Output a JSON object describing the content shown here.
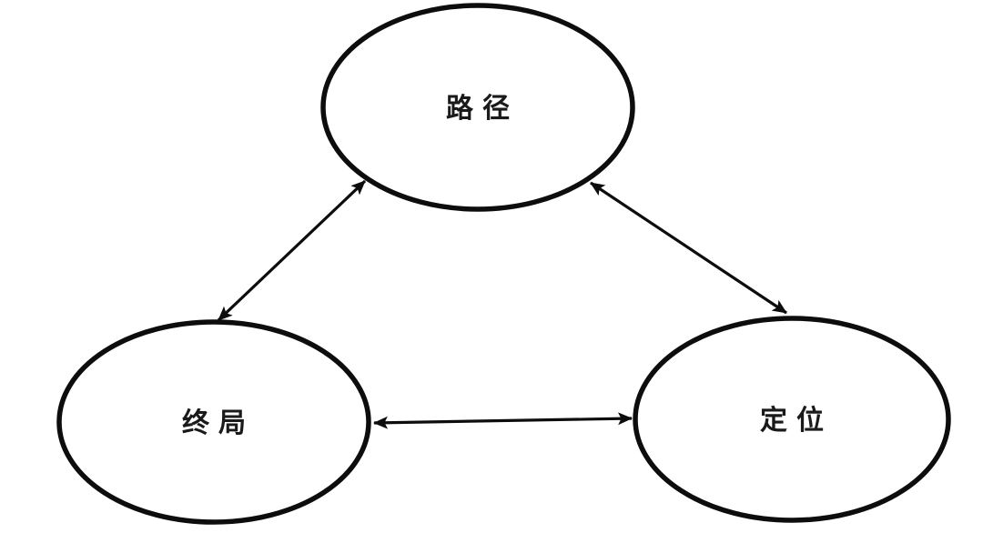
{
  "diagram": {
    "title": "triangle-relationship-diagram",
    "background_color": "#ffffff",
    "stroke_color": "#0d0d0d",
    "text_color": "#1a1a1a",
    "nodes": {
      "path": {
        "label": "路径",
        "position": "top-center"
      },
      "endgame": {
        "label": "终局",
        "position": "bottom-left"
      },
      "positioning": {
        "label": "定位",
        "position": "bottom-right"
      }
    },
    "edges": [
      {
        "from": "endgame",
        "to": "path",
        "direction": "bidirectional"
      },
      {
        "from": "path",
        "to": "positioning",
        "direction": "bidirectional"
      },
      {
        "from": "endgame",
        "to": "positioning",
        "direction": "bidirectional"
      }
    ]
  }
}
